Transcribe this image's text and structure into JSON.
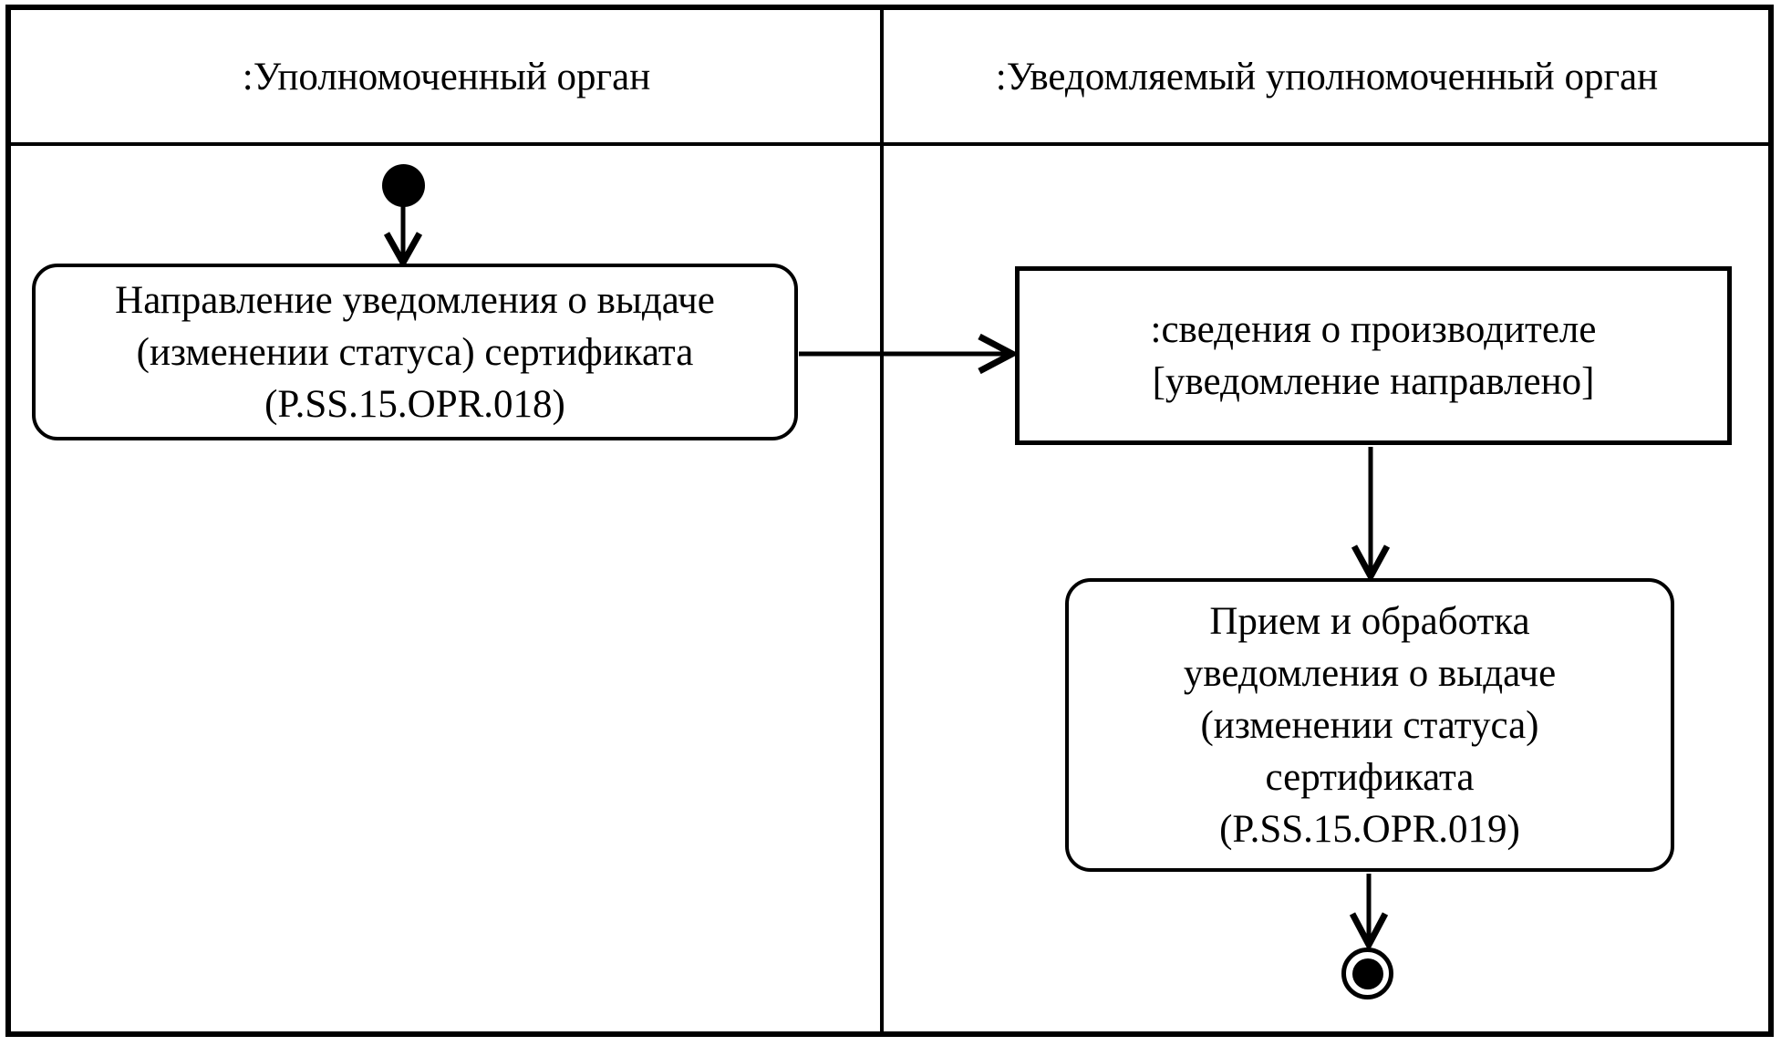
{
  "diagram": {
    "lanes": [
      {
        "title": ":Уполномоченный орган"
      },
      {
        "title": ":Уведомляемый уполномоченный орган"
      }
    ],
    "nodes": {
      "start": {
        "type": "initial-node"
      },
      "activity1": {
        "lines": [
          "Направление уведомления о выдаче",
          "(изменении статуса) сертификата",
          "(P.SS.15.OPR.018)"
        ]
      },
      "object1": {
        "lines": [
          ":сведения о производителе",
          "[уведомление направлено]"
        ]
      },
      "activity2": {
        "lines": [
          "Прием и обработка",
          "уведомления о выдаче",
          "(изменении статуса)",
          "сертификата",
          "(P.SS.15.OPR.019)"
        ]
      },
      "final": {
        "type": "final-node"
      }
    },
    "colors": {
      "ink": "#000000",
      "paper": "#ffffff"
    }
  }
}
